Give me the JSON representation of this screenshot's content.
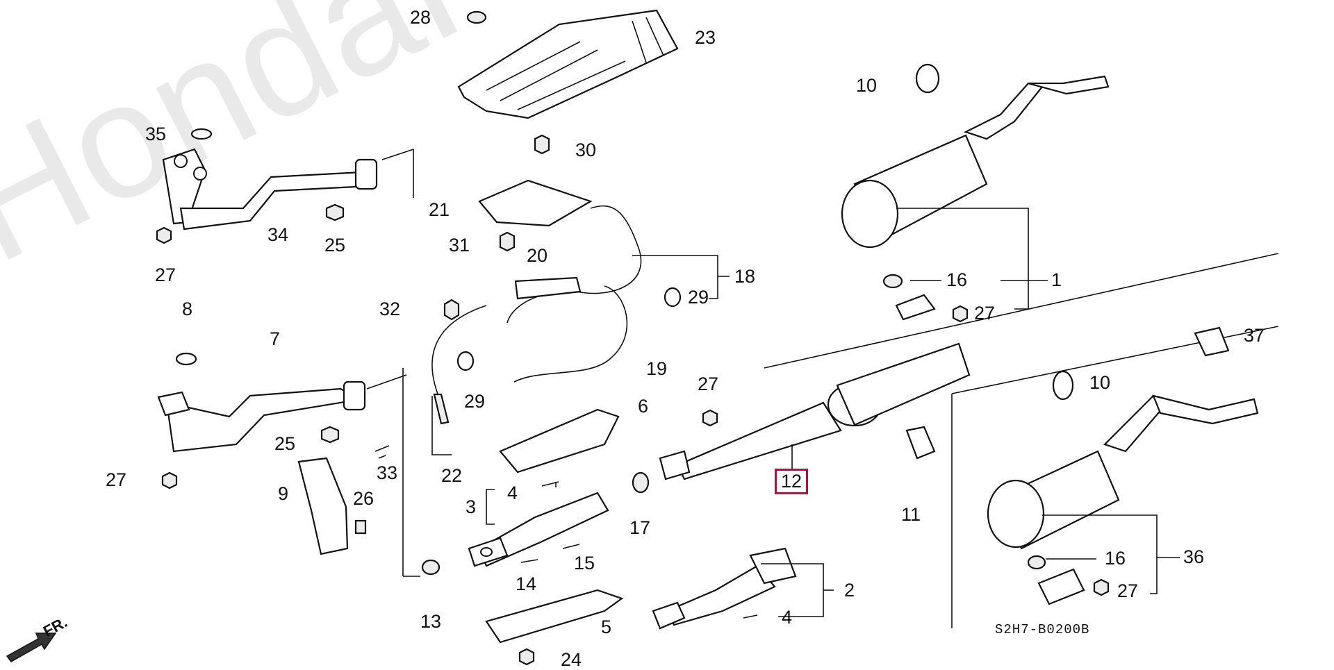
{
  "watermark": "HondaPartsCarMine.ru",
  "diagram_code": "S2H7-B0200B",
  "orientation_label": "FR.",
  "highlight_color": "#b3103a",
  "callouts": {
    "c1": "1",
    "c2": "2",
    "c3": "3",
    "c4a": "4",
    "c4b": "4",
    "c5": "5",
    "c6": "6",
    "c7": "7",
    "c8": "8",
    "c9": "9",
    "c10a": "10",
    "c10b": "10",
    "c11": "11",
    "c12": "12",
    "c13": "13",
    "c14": "14",
    "c15": "15",
    "c16a": "16",
    "c16b": "16",
    "c17": "17",
    "c18": "18",
    "c19": "19",
    "c20": "20",
    "c21": "21",
    "c22": "22",
    "c23": "23",
    "c24": "24",
    "c25a": "25",
    "c25b": "25",
    "c26": "26",
    "c27a": "27",
    "c27b": "27",
    "c27c": "27",
    "c27d": "27",
    "c27e": "27",
    "c28": "28",
    "c29a": "29",
    "c29b": "29",
    "c30": "30",
    "c31": "31",
    "c32": "32",
    "c33": "33",
    "c34": "34",
    "c35": "35",
    "c36": "36",
    "c37": "37"
  }
}
